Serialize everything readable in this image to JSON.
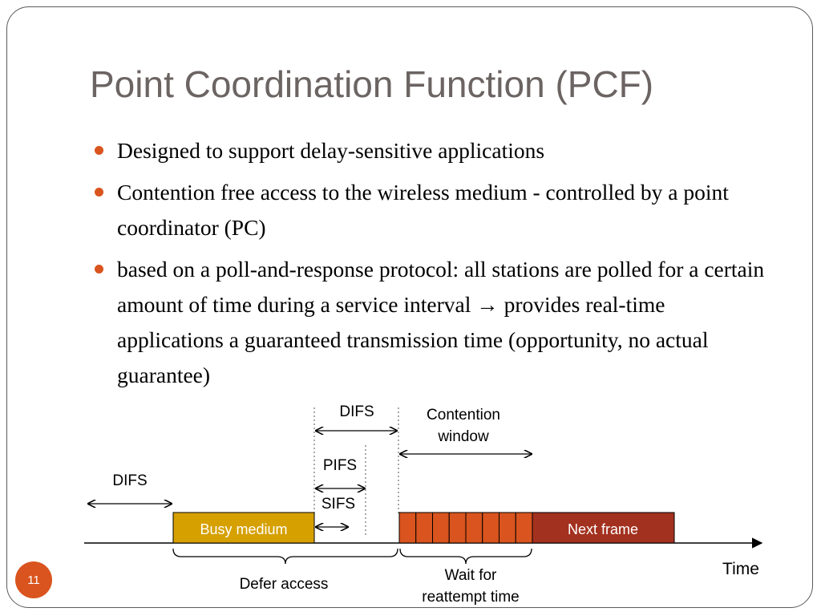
{
  "slide": {
    "title": "Point Coordination Function (PCF)",
    "page_number": "11",
    "bullets": [
      "Designed to support delay-sensitive applications",
      "Contention free access to the wireless medium - controlled by a point coordinator (PC)",
      "based on a poll-and-response protocol: all stations are polled for a certain amount of time during a service interval → provides real-time applications a guaranteed transmission time (opportunity, no actual guarantee)"
    ]
  },
  "diagram": {
    "labels": {
      "difs_top": "DIFS",
      "contention_line1": "Contention",
      "contention_line2": "window",
      "pifs": "PIFS",
      "difs_left": "DIFS",
      "sifs": "SIFS",
      "busy_medium": "Busy medium",
      "next_frame": "Next frame",
      "time": "Time",
      "defer_access": "Defer access",
      "wait_line1": "Wait for",
      "wait_line2": "reattempt time"
    },
    "colors": {
      "busy_medium_fill": "#d6a000",
      "slot_fill": "#d9541e",
      "next_frame_fill": "#a3311f",
      "accent": "#d9541e"
    },
    "slot_count": 8
  }
}
